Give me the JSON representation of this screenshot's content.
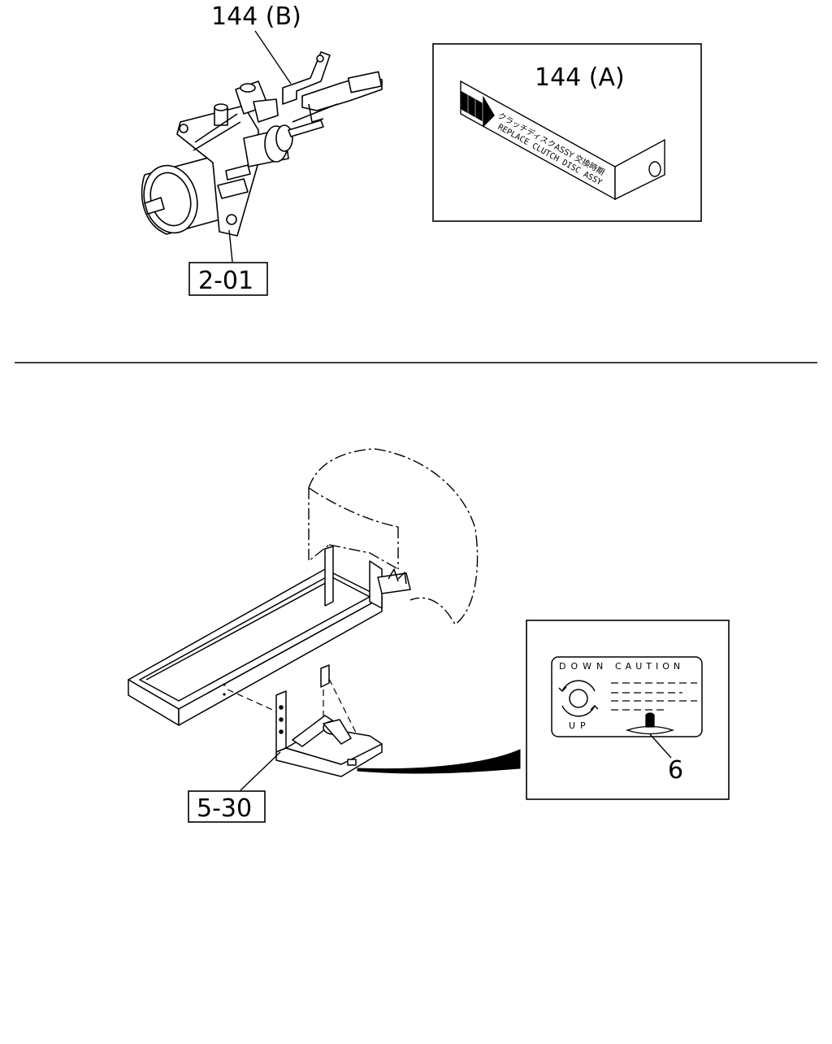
{
  "top": {
    "callout_144b": "144 (B)",
    "callout_144a": "144 (A)",
    "ref_box": "2-01",
    "decal": {
      "line1": "クラッチディスクASSY 交換時期",
      "line2": "REPLACE CLUTCH DISC ASSY"
    }
  },
  "bottom": {
    "ref_box": "5-30",
    "callout_6": "6",
    "caution_label": {
      "down": "DOWN",
      "caution": "CAUTION",
      "up": "UP"
    }
  }
}
